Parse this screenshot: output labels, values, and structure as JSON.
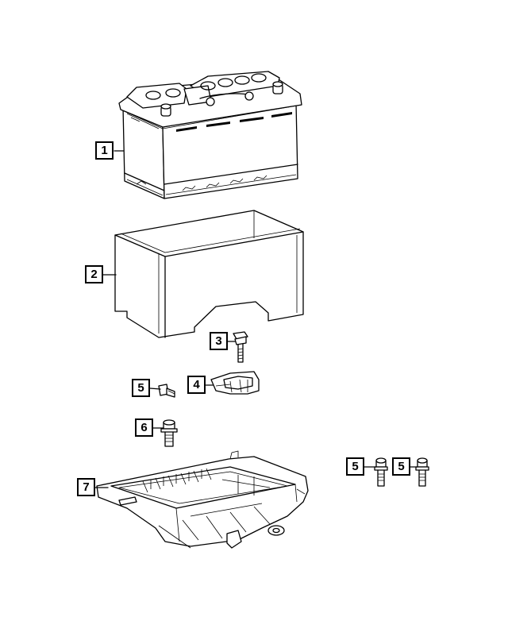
{
  "callouts": [
    {
      "label": "1"
    },
    {
      "label": "2"
    },
    {
      "label": "3"
    },
    {
      "label": "4"
    },
    {
      "label": "5"
    },
    {
      "label": "6"
    },
    {
      "label": "5"
    },
    {
      "label": "5"
    },
    {
      "label": "7"
    }
  ]
}
